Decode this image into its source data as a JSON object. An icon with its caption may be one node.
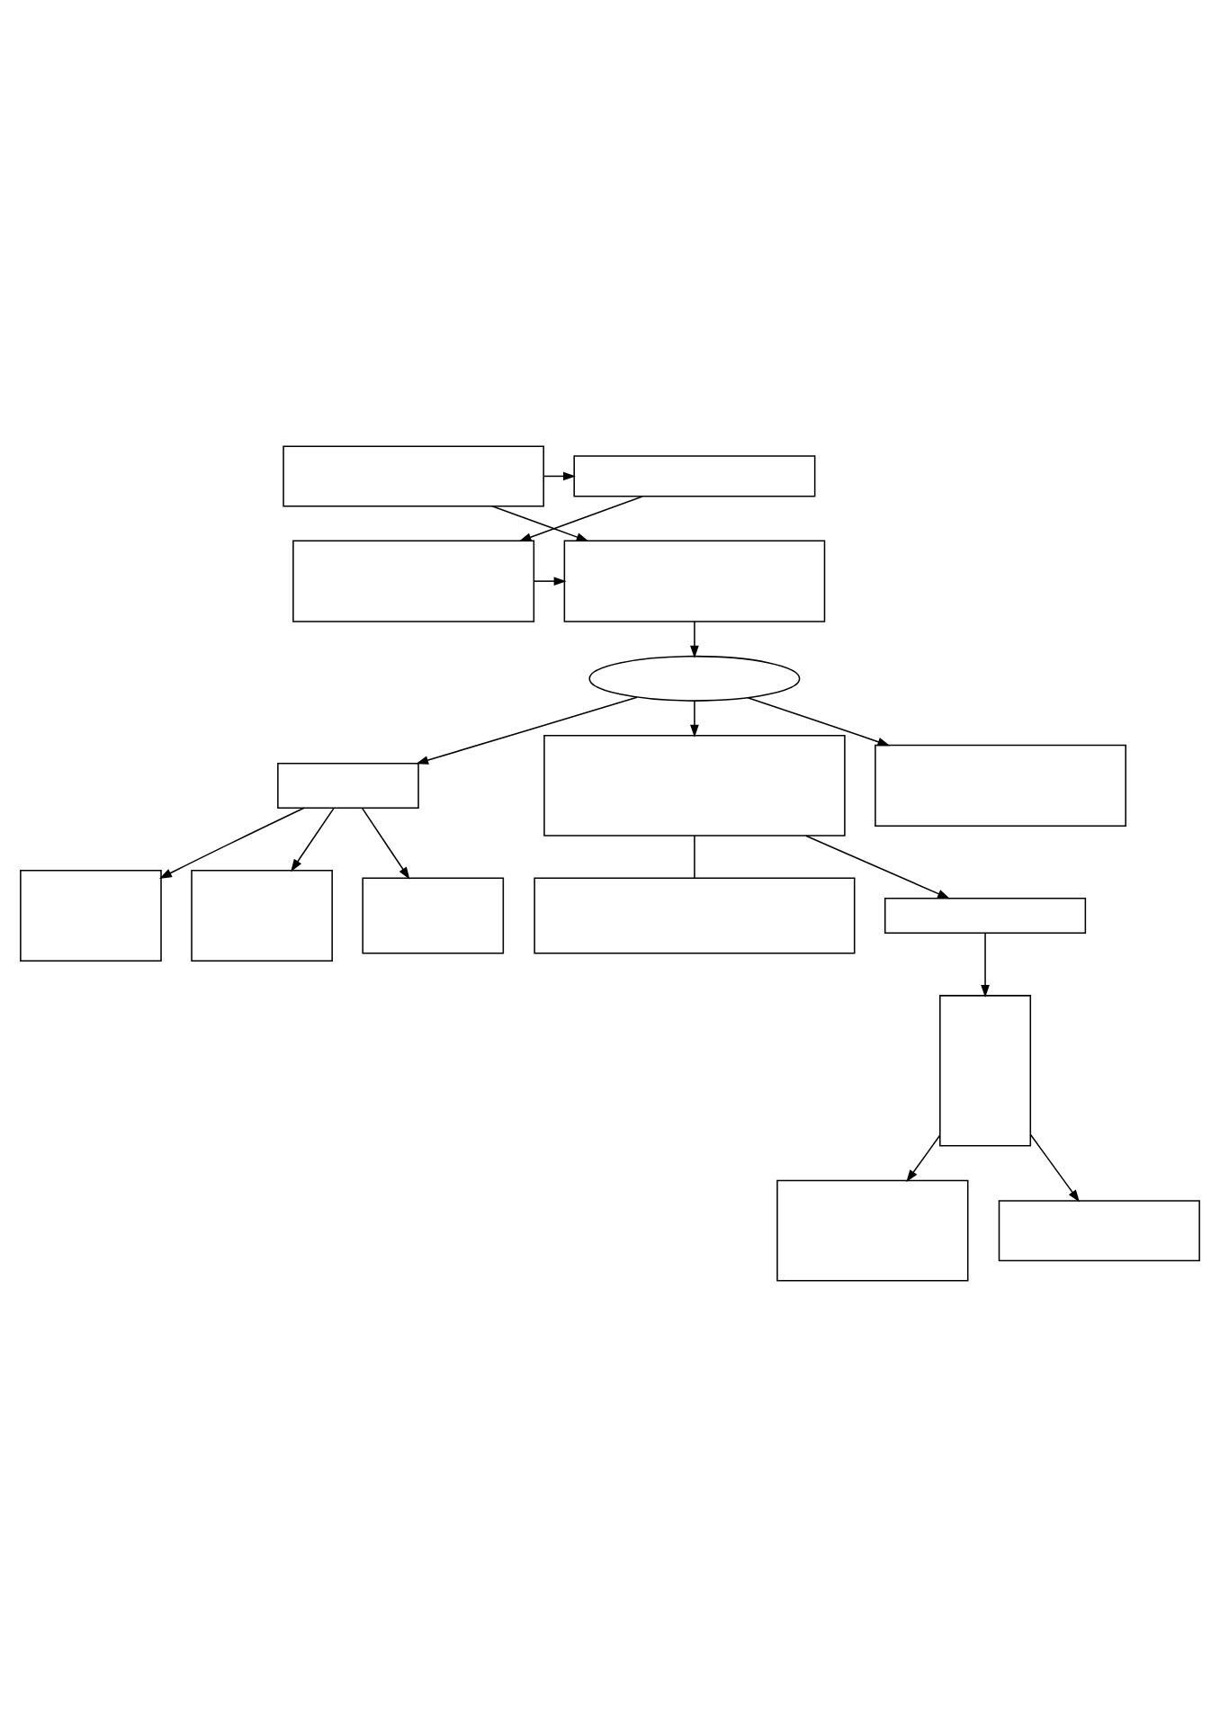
{
  "diagram": {
    "nodes": [
      {
        "text": [],
        "shape": "box"
      },
      {
        "text": [],
        "shape": "box"
      },
      {
        "text": [],
        "shape": "box"
      },
      {
        "text": [],
        "shape": "box"
      },
      {
        "text": [],
        "shape": "ellipse"
      },
      {
        "text": [],
        "shape": "box"
      },
      {
        "text": [],
        "shape": "box"
      },
      {
        "text": [],
        "shape": "box"
      },
      {
        "text": [],
        "shape": "box"
      },
      {
        "text": [],
        "shape": "box"
      },
      {
        "text": [],
        "shape": "box"
      },
      {
        "text": [],
        "shape": "box"
      },
      {
        "text": [],
        "shape": "box"
      },
      {
        "text": [],
        "shape": "box"
      },
      {
        "text": [],
        "shape": "box"
      },
      {
        "text": [],
        "shape": "box"
      }
    ],
    "edges": [
      {
        "from": 0,
        "to": 1,
        "arrow": "to"
      },
      {
        "from": 0,
        "to": 2,
        "arrow": "to"
      },
      {
        "from": 1,
        "to": 3,
        "arrow": "to"
      },
      {
        "from": 3,
        "to": 2,
        "arrow": "to"
      },
      {
        "from": 2,
        "to": 4,
        "arrow": "to"
      },
      {
        "from": 4,
        "to": 5,
        "arrow": "to"
      },
      {
        "from": 4,
        "to": 6,
        "arrow": "to"
      },
      {
        "from": 4,
        "to": 14,
        "arrow": "to"
      },
      {
        "from": 5,
        "to": 7,
        "arrow": "to"
      },
      {
        "from": 5,
        "to": 8,
        "arrow": "to"
      },
      {
        "from": 5,
        "to": 9,
        "arrow": "to"
      },
      {
        "from": 6,
        "to": 10,
        "arrow": "to"
      },
      {
        "from": 10,
        "to": 11,
        "arrow": "to"
      },
      {
        "from": 11,
        "to": 12,
        "arrow": "to"
      },
      {
        "from": 11,
        "to": 13,
        "arrow": "to"
      },
      {
        "from": 6,
        "to": 15,
        "arrow": "none"
      }
    ]
  }
}
